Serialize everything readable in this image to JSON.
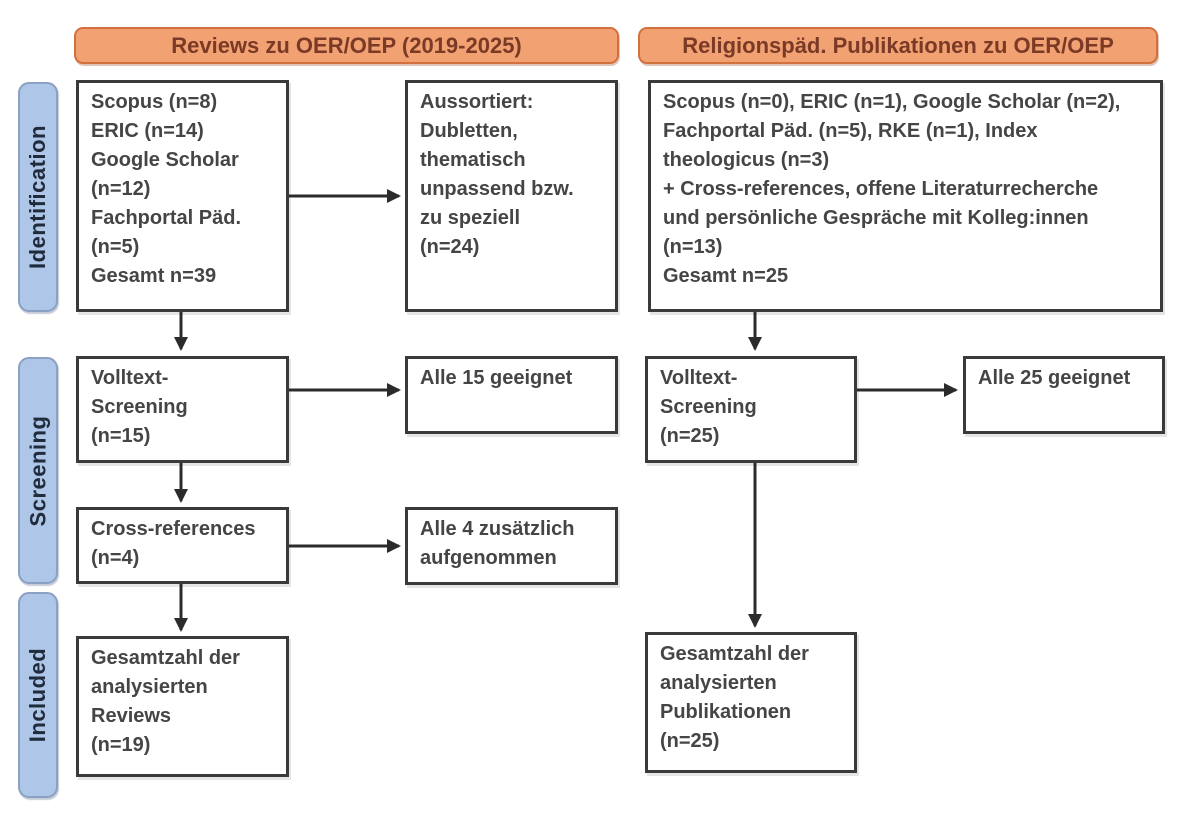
{
  "diagram": {
    "column_headers": [
      {
        "label": "Reviews zu OER/OEP (2019-2025)"
      },
      {
        "label": "Religionspäd. Publikationen zu OER/OEP"
      }
    ],
    "stage_labels": [
      {
        "label": "Identification"
      },
      {
        "label": "Screening"
      },
      {
        "label": "Included"
      }
    ],
    "boxes": {
      "reviews_sources": "Scopus (n=8)\nERIC (n=14)\nGoogle Scholar\n(n=12)\nFachportal Päd.\n(n=5)\nGesamt n=39",
      "reviews_excluded": "Aussortiert:\nDubletten,\nthematisch\nunpassend bzw.\nzu speziell\n(n=24)",
      "religionspaed_sources": "Scopus (n=0), ERIC (n=1), Google Scholar (n=2),\nFachportal Päd. (n=5), RKE (n=1), Index\ntheologicus (n=3)\n+ Cross-references, offene Literaturrecherche\nund persönliche Gespräche mit Kolleg:innen\n(n=13)\nGesamt n=25",
      "reviews_fulltext": "Volltext-\nScreening\n(n=15)",
      "reviews_fulltext_result": "Alle 15 geeignet",
      "religionspaed_fulltext": "Volltext-\nScreening\n(n=25)",
      "religionspaed_fulltext_result": "Alle 25 geeignet",
      "reviews_crossrefs": "Cross-references\n(n=4)",
      "reviews_crossrefs_result": "Alle 4 zusätzlich\naufgenommen",
      "reviews_total": "Gesamtzahl der\nanalysierten\nReviews\n(n=19)",
      "religionspaed_total": "Gesamtzahl der\nanalysierten\nPublikationen\n(n=25)"
    },
    "colors": {
      "header_fill": "#f2a173",
      "header_border": "#d2713e",
      "header_text": "#7a3a26",
      "stage_fill": "#aec6e8",
      "stage_border": "#8ba1c4",
      "stage_text": "#202c3c",
      "box_border": "#3a3a3a",
      "box_text": "#454545",
      "arrow": "#2b2b2b",
      "page_bg": "#ffffff"
    }
  }
}
